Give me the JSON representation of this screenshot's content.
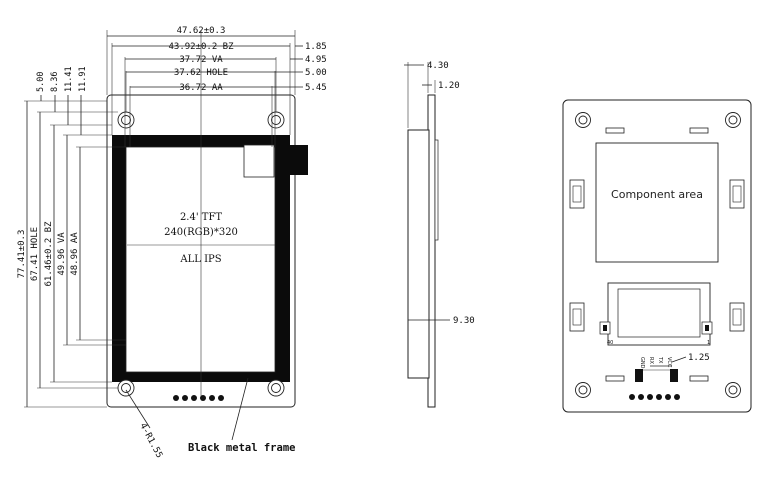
{
  "front_view": {
    "widths": [
      {
        "label": "47.62±0.3"
      },
      {
        "label": "43.92±0.2  BZ"
      },
      {
        "label": "37.72  VA"
      },
      {
        "label": "37.62  HOLE"
      },
      {
        "label": "36.72  AA"
      }
    ],
    "right_offsets": [
      "1.85",
      "4.95",
      "5.00",
      "5.45"
    ],
    "top_offsets": [
      "5.00",
      "8.36",
      "11.41",
      "11.91"
    ],
    "heights": [
      {
        "label": "77.41±0.3"
      },
      {
        "label": "67.41  HOLE"
      },
      {
        "label": "61.46±0.2  BZ"
      },
      {
        "label": "49.96  VA"
      },
      {
        "label": "48.96  AA"
      }
    ],
    "screen_text": [
      "2.4' TFT",
      "240(RGB)*320",
      "ALL IPS"
    ],
    "hole_note": "4-R1.55",
    "frame_note": "Black metal frame"
  },
  "side_view": {
    "top_dims": [
      "4.30",
      "1.20"
    ],
    "bottom_dim": "9.30"
  },
  "back_view": {
    "component_area": "Component area",
    "pin_first": "40",
    "pin_last": "1",
    "pin_labels": [
      "GND",
      "RX",
      "TX",
      "VCC"
    ],
    "pitch_dim": "1.25"
  }
}
